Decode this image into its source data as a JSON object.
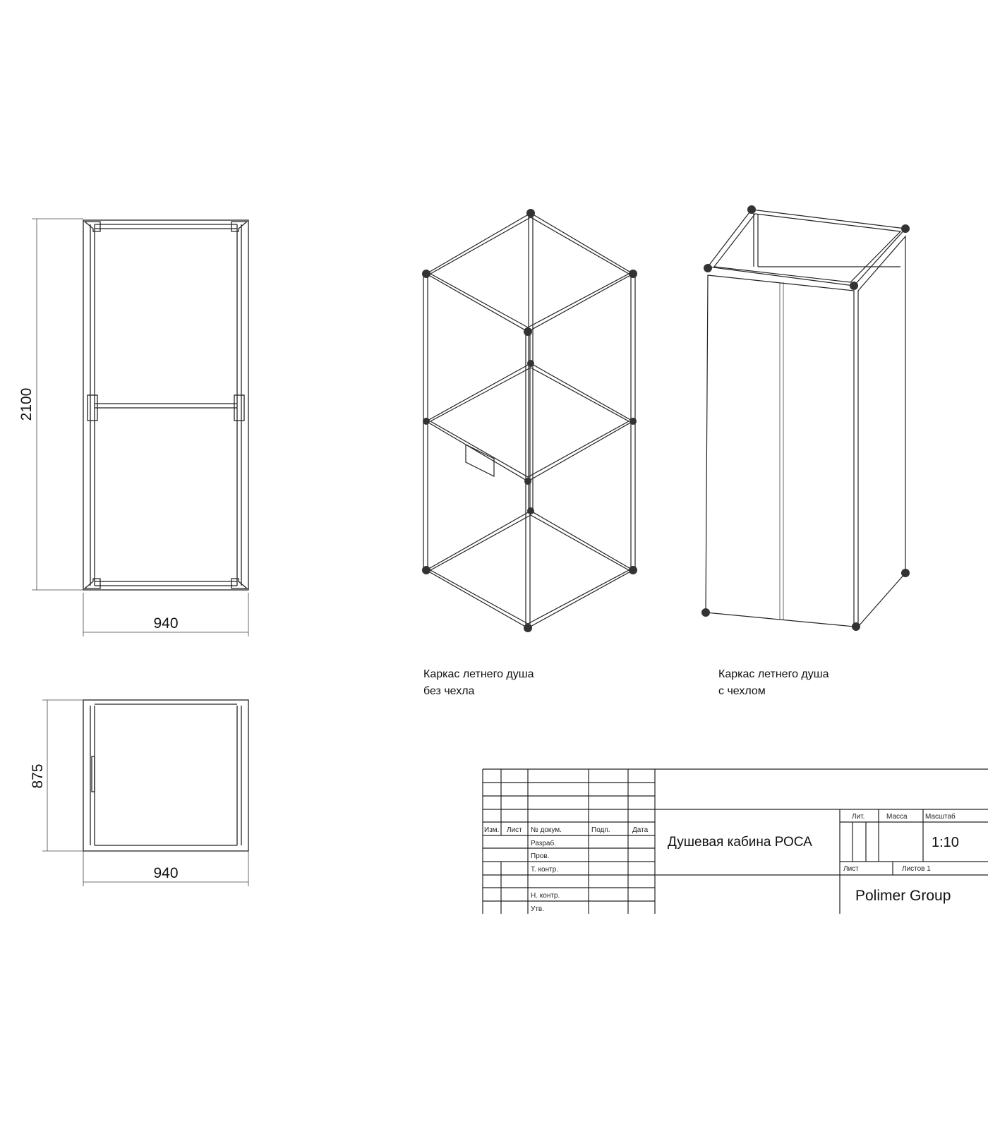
{
  "dimensions": {
    "height_front": "2100",
    "width_front": "940",
    "depth_plan": "875",
    "width_plan": "940"
  },
  "captions": {
    "frame_line1": "Каркас летнего душа",
    "frame_line2": "без чехла",
    "covered_line1": "Каркас летнего душа",
    "covered_line2": "с чехлом"
  },
  "title_block": {
    "headers": [
      "Изм.",
      "Лист",
      "№ докум.",
      "Подп.",
      "Дата"
    ],
    "roles": [
      "Разраб.",
      "Пров.",
      "Т. контр.",
      "Н. контр.",
      "Утв."
    ],
    "title": "Душевая кабина РОСА",
    "lit_label": "Лит.",
    "mass_label": "Масса",
    "scale_label": "Масштаб",
    "scale": "1:10",
    "sheet_label": "Лист",
    "sheets_label": "Листов 1",
    "company": "Polimer Group"
  }
}
